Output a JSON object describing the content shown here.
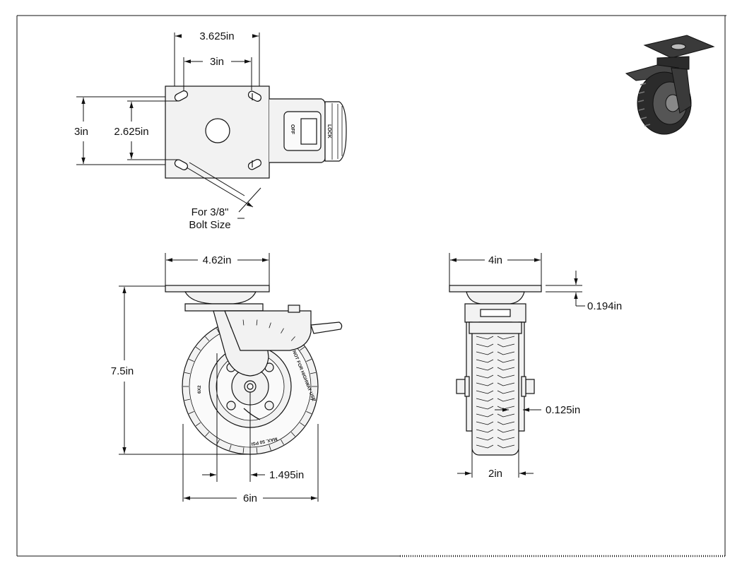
{
  "top_view": {
    "width_outer": "3.625in",
    "width_holes": "3in",
    "height_outer": "3in",
    "height_holes": "2.625in",
    "bolt_note_line1": "For 3/8\"",
    "bolt_note_line2": "Bolt Size",
    "lock_labels": [
      "OFF",
      "LOCK"
    ]
  },
  "side_view": {
    "plate_width": "4.62in",
    "overall_height": "7.5in",
    "swivel_offset": "1.495in",
    "wheel_diameter": "6in",
    "tire_text": {
      "size": "6X2",
      "warning": "NOT FOR HIGHWAY USE",
      "pressure": "MAX. 50 PSI"
    }
  },
  "front_view": {
    "plate_width": "4in",
    "plate_thickness": "0.194in",
    "gap": "0.125in",
    "wheel_width": "2in"
  },
  "colors": {
    "line": "#111111",
    "light_fill": "#f2f2f2",
    "dark_fill": "#2b2b2b"
  }
}
